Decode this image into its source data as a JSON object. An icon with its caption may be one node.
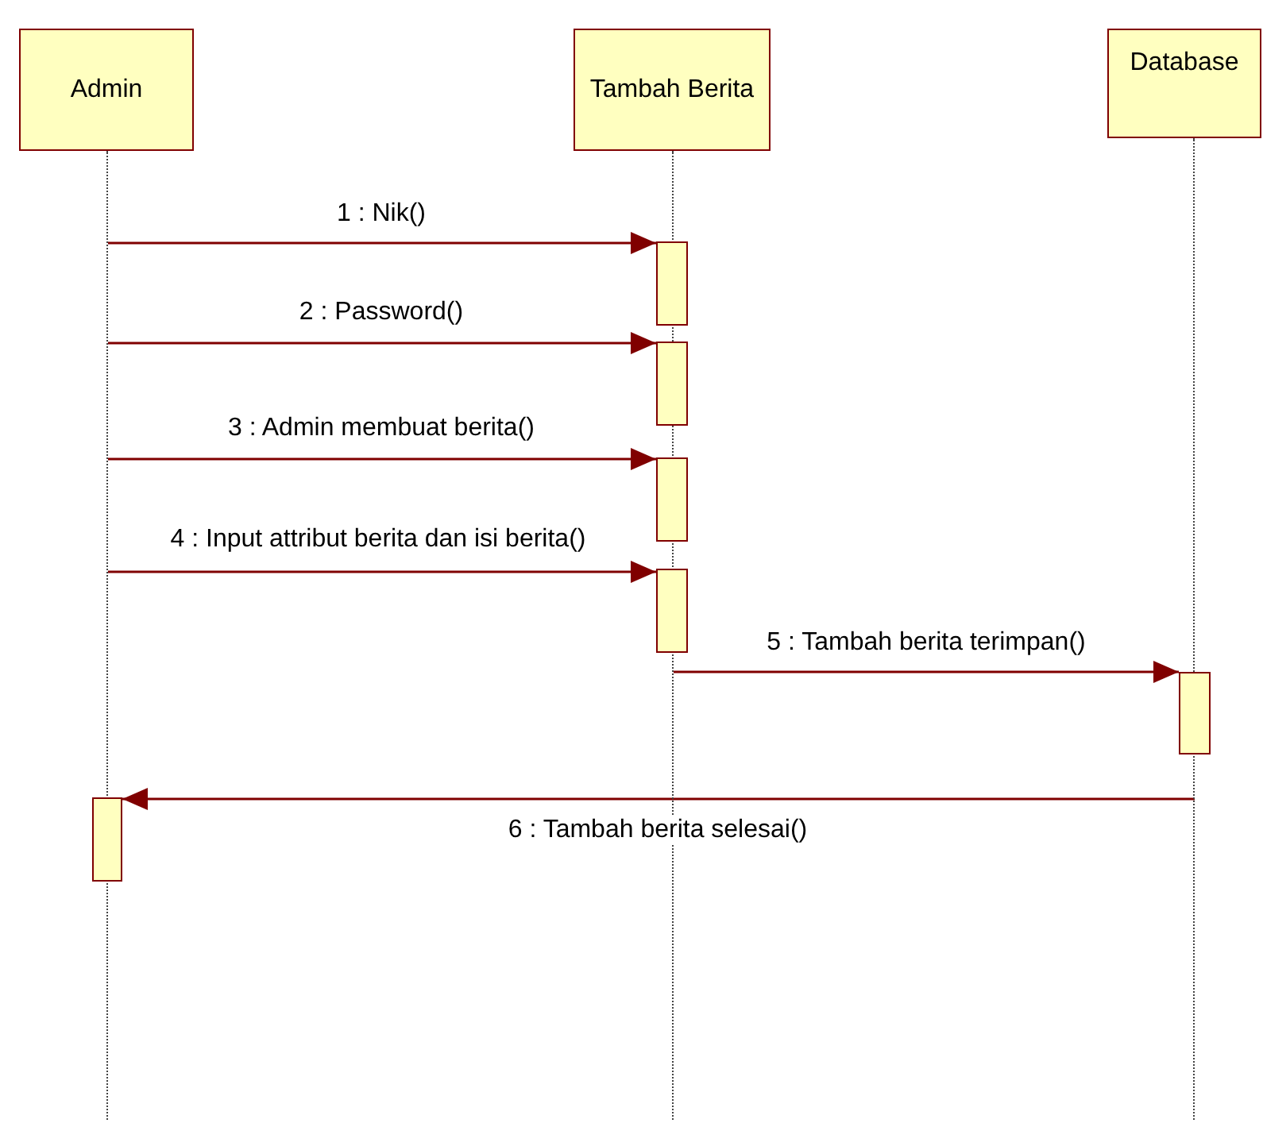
{
  "diagram": {
    "nodes": [
      {
        "text": [
          "Admin"
        ]
      },
      {
        "text": [
          "Tambah Berita"
        ]
      },
      {
        "text": [
          "Database"
        ]
      },
      {
        "text": [],
        "shape": "line"
      },
      {
        "text": [],
        "shape": "line"
      },
      {
        "text": [],
        "shape": "line"
      },
      {
        "text": [],
        "shape": "bar"
      },
      {
        "text": [],
        "shape": "bar"
      },
      {
        "text": [],
        "shape": "bar"
      },
      {
        "text": [],
        "shape": "bar"
      },
      {
        "text": [],
        "shape": "bar"
      },
      {
        "text": [],
        "shape": "bar"
      }
    ],
    "edges": [
      {
        "from": 3,
        "to": 6,
        "arrow": "to",
        "label": "1 : Nik()"
      },
      {
        "from": 3,
        "to": 7,
        "arrow": "to",
        "label": "2 : Password()"
      },
      {
        "from": 3,
        "to": 8,
        "arrow": "to",
        "label": "3 : Admin membuat berita()"
      },
      {
        "from": 3,
        "to": 9,
        "arrow": "to",
        "label": "4 : Input attribut berita dan isi berita()"
      },
      {
        "from": 4,
        "to": 10,
        "arrow": "to",
        "label": "5 : Tambah berita terimpan()"
      },
      {
        "from": 5,
        "to": 11,
        "arrow": "to",
        "label": "6 : Tambah berita selesai()"
      }
    ]
  }
}
